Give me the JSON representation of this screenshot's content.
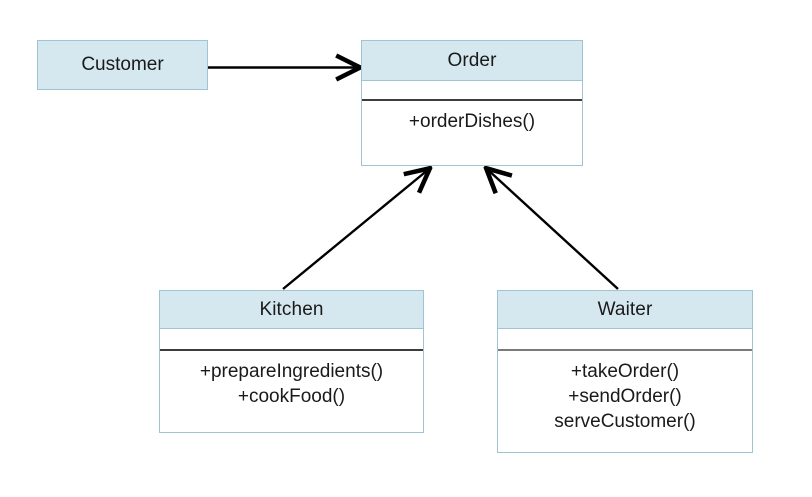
{
  "diagram": {
    "type": "uml-class-diagram",
    "background_color": "#ffffff",
    "header_fill_color": "#d5e8ef",
    "border_color": "#9fc5d4",
    "line_color": "#000000",
    "classes": [
      {
        "id": "customer",
        "name": "Customer",
        "style": "plain",
        "attributes": [],
        "methods": []
      },
      {
        "id": "order",
        "name": "Order",
        "style": "compartments",
        "attributes": [],
        "methods": [
          "+orderDishes()"
        ]
      },
      {
        "id": "kitchen",
        "name": "Kitchen",
        "style": "compartments",
        "attributes": [],
        "methods": [
          "+prepareIngredients()",
          "+cookFood()"
        ]
      },
      {
        "id": "waiter",
        "name": "Waiter",
        "style": "compartments",
        "attributes": [],
        "methods": [
          "+takeOrder()",
          "+sendOrder()",
          "serveCustomer()"
        ]
      }
    ],
    "connections": [
      {
        "id": "customer-to-order",
        "from": "customer",
        "to": "order",
        "arrow": "open",
        "direction": "right"
      },
      {
        "id": "kitchen-to-order",
        "from": "kitchen",
        "to": "order",
        "arrow": "open",
        "direction": "up-right"
      },
      {
        "id": "waiter-to-order",
        "from": "waiter",
        "to": "order",
        "arrow": "open",
        "direction": "up-left"
      }
    ]
  }
}
